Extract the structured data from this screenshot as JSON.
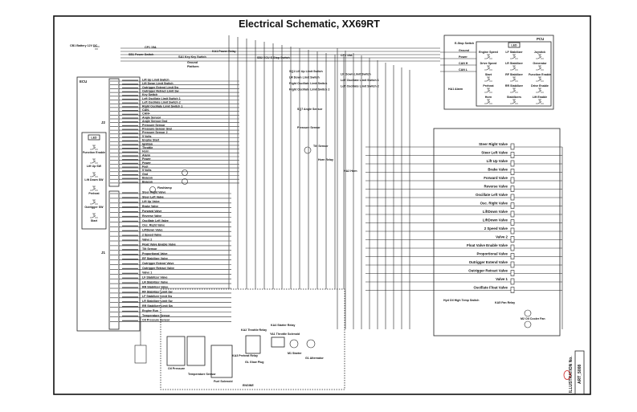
{
  "title": "Electrical Schematic, XX69RT",
  "top": {
    "battery": "CB1 Battery 12V DC",
    "cp1": "CP1 15A",
    "cp2": "CP2 15A",
    "power_switch": "SB1 Power Switch",
    "key_switch": "SA1 Key Key Switch",
    "key_positions": [
      "Ground",
      "Platform"
    ],
    "power_relay": "KA1 Power Relay",
    "estop": "SB2 ECU E-Stop Switch",
    "limit_switches": [
      "SQ1 Lift Up Limit Switch",
      "LR Down Limit Switch",
      "LR Down Limit Switch",
      "Left Oscillate Limit Switch 1",
      "Right Oscillate Limit Switch",
      "Left Oscillate Limit Switch 2",
      "Right Oscillate Limit Switch 2"
    ],
    "angle_sensor": "SQ7 Angle Sensor",
    "pressure_sensor": "Pressure Sensor",
    "tilt_sensor": "Tilt Sensor",
    "horn_relay": "Horn Relay",
    "horn": "HA2 Horn",
    "flashlamps": "Flashlamp"
  },
  "ecu": {
    "title": "ECU",
    "connector_j2": "J2",
    "connector_j1": "J1",
    "panel_led": "LED",
    "panel_buttons": [
      "Function Enable",
      "Lift Up SW",
      "Lift Down SW",
      "Preheat",
      "Outrigger SW",
      "Start"
    ],
    "j2_labels": [
      "Lift Up Limit Switch",
      "Lift Down Limit Switch",
      "Outrigger Extend Limit Sw",
      "Outrigger Retract Limit Sw",
      "Key Switch",
      "Left Oscillate Limit Switch 1",
      "Left Oscillate Limit Switch 2",
      "Right Oscillate Limit Switch 1",
      "CAN-",
      "CAN+",
      "Angle Sensor",
      "Angle Sensor Gnd",
      "Pressure Sensor",
      "Pressure Sensor Gnd",
      "Pressure Sensor 2",
      "5 Volts",
      "Engine Start",
      "Ignition",
      "Throttle",
      "Horn",
      "Alarm",
      "Power",
      "Power",
      "Fuel",
      "5 Volts",
      "Gnd",
      "Beacon",
      "Beacon"
    ],
    "j1_labels": [
      "Steer Right Valve",
      "Steer Left Valve",
      "Lift Up Valve",
      "Brake Valve",
      "Forward Valve",
      "Reverse Valve",
      "Oscillate Left Valve",
      "Osc. Right Valve",
      "LiftDown Valve",
      "2 Speed Valve",
      "Valve 2",
      "Float Valve Enable Valve",
      "Tilt Sensor",
      "Proportional Valve",
      "RF Stabilizer Valve",
      "Outrigger Extend Valve",
      "Outrigger Retract Valve",
      "Valve 1",
      "LF Stabilizer Valve",
      "LR Stabilizer Valve",
      "RR Stabilizer Valve",
      "RF Stabilizer Limit Sw",
      "LF Stabilizer Limit Sw",
      "LR Stabilizer Limit Sw",
      "RR Stabilizer Limit Sw",
      "Engine Run",
      "Temperature Sensor",
      "Oil Pressure Sensor"
    ]
  },
  "pcu": {
    "title": "PCU",
    "led": "LED",
    "estop": "E-Stop Switch",
    "buttons": [
      "Engine Speed",
      "LF Stabilizer",
      "Joystick",
      "Drive Speed",
      "LR Stabilizer",
      "Generator",
      "Start",
      "RF Stabilizer",
      "Function Enable",
      "Preheat",
      "RR Stabilizer",
      "Drive Enable",
      "Horn",
      "Stabilizers",
      "Lift Enable"
    ],
    "alarm": "HA1 Alarm",
    "inputs": [
      "Ground",
      "Power",
      "CAN H",
      "CAN L"
    ]
  },
  "valves": [
    "Steer Right Valve",
    "Steer Left Valve",
    "Lift Up Valve",
    "Brake Valve",
    "Forward Valve",
    "Reverse Valve",
    "Oscillate Left Valve",
    "Osc. Right Valve",
    "LiftDown Valve",
    "LiftDown Valve",
    "2 Speed Valve",
    "Valve 2",
    "Float Valve Enable Valve",
    "Proportional Valve",
    "Outrigger Extend Valve",
    "Outrigger Retract Valve",
    "Valve 1",
    "Oscillate Float Valve"
  ],
  "engine": {
    "title": "ENGINE",
    "components": [
      "Oil Pressure",
      "Temperature Sensor",
      "Fuel Solenoid",
      "KA3 Preheat Relay",
      "KA2 Throttle Relay",
      "GL Glow Plug",
      "KA4 Starter Relay",
      "YA1 Throttle Solenoid",
      "M1 Starter",
      "G1 Alternator"
    ]
  },
  "cooling": {
    "temp_switch": "Hyd Oil High Temp Switch",
    "fan_relay": "KA5 Fan Relay",
    "fan": "M2 Oil Cooler Fan"
  },
  "title_block": {
    "label": "ILLUSTRATION No.",
    "number": "ART_5008",
    "logo": "BSI"
  },
  "colors": {
    "line": "#222222",
    "logo": "#cc2222"
  }
}
